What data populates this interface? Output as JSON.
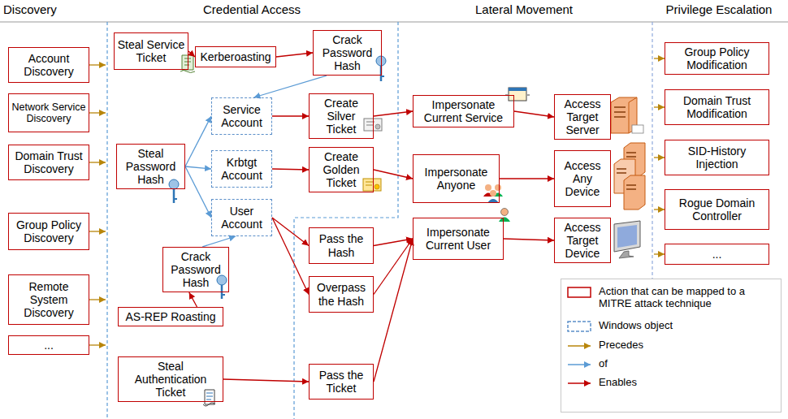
{
  "diagram": {
    "nodes": [
      {
        "text": [
          "Account Discovery"
        ]
      },
      {
        "text": [
          "Network Service Discovery"
        ]
      },
      {
        "text": [
          "Domain Trust Discovery"
        ]
      },
      {
        "text": [
          "Group Policy Discovery"
        ]
      },
      {
        "text": [
          "Remote System Discovery"
        ]
      },
      {
        "text": [
          "..."
        ]
      },
      {
        "text": [
          "Steal Service Ticket"
        ]
      },
      {
        "text": [
          "Kerberoasting"
        ]
      },
      {
        "text": [
          "Crack Password Hash"
        ]
      },
      {
        "text": [
          "Service Account"
        ]
      },
      {
        "text": [
          "Krbtgt Account"
        ]
      },
      {
        "text": [
          "User Account"
        ]
      },
      {
        "text": [
          "Steal Password Hash"
        ]
      },
      {
        "text": [
          "Create Silver Ticket"
        ]
      },
      {
        "text": [
          "Create Golden Ticket"
        ]
      },
      {
        "text": [
          "Pass the Hash"
        ]
      },
      {
        "text": [
          "Overpass the Hash"
        ]
      },
      {
        "text": [
          "Crack Password Hash"
        ]
      },
      {
        "text": [
          "AS-REP Roasting"
        ]
      },
      {
        "text": [
          "Steal Authentication Ticket"
        ]
      },
      {
        "text": [
          "Pass the Ticket"
        ]
      },
      {
        "text": [
          "Impersonate Current Service"
        ]
      },
      {
        "text": [
          "Impersonate Anyone"
        ]
      },
      {
        "text": [
          "Impersonate Current User"
        ]
      },
      {
        "text": [
          "Access Target Server"
        ]
      },
      {
        "text": [
          "Access Any Device"
        ]
      },
      {
        "text": [
          "Access Target Device"
        ]
      },
      {
        "text": [
          "Group Policy Modification"
        ]
      },
      {
        "text": [
          "Domain Trust Modification"
        ]
      },
      {
        "text": [
          "SID-History Injection"
        ]
      },
      {
        "text": [
          "Rogue Domain Controller"
        ]
      },
      {
        "text": [
          "..."
        ]
      }
    ],
    "edges": [
      {
        "from": 6,
        "to": 7,
        "arrow": "to"
      },
      {
        "from": 7,
        "to": 8,
        "arrow": "to"
      },
      {
        "from": 8,
        "to": 9,
        "arrow": "to"
      },
      {
        "from": 12,
        "to": 9,
        "arrow": "to"
      },
      {
        "from": 12,
        "to": 10,
        "arrow": "to"
      },
      {
        "from": 12,
        "to": 11,
        "arrow": "to"
      },
      {
        "from": 17,
        "to": 11,
        "arrow": "to"
      },
      {
        "from": 18,
        "to": 17,
        "arrow": "to"
      },
      {
        "from": 9,
        "to": 13,
        "arrow": "to"
      },
      {
        "from": 10,
        "to": 14,
        "arrow": "to"
      },
      {
        "from": 11,
        "to": 15,
        "arrow": "to"
      },
      {
        "from": 11,
        "to": 16,
        "arrow": "to"
      },
      {
        "from": 19,
        "to": 20,
        "arrow": "to"
      },
      {
        "from": 13,
        "to": 21,
        "arrow": "to"
      },
      {
        "from": 14,
        "to": 22,
        "arrow": "to"
      },
      {
        "from": 15,
        "to": 23,
        "arrow": "to"
      },
      {
        "from": 16,
        "to": 23,
        "arrow": "to"
      },
      {
        "from": 20,
        "to": 23,
        "arrow": "to"
      },
      {
        "from": 21,
        "to": 24,
        "arrow": "to"
      },
      {
        "from": 22,
        "to": 25,
        "arrow": "to"
      },
      {
        "from": 23,
        "to": 26,
        "arrow": "to"
      }
    ],
    "labels": [
      "Discovery",
      "Credential Access",
      "Lateral Movement",
      "Privilege Escalation"
    ],
    "legend": [
      {
        "text": "Action that can be mapped to a MITRE attack technique"
      },
      {
        "text": "Windows object"
      },
      {
        "text": "Precedes"
      },
      {
        "text": "of"
      },
      {
        "text": "Enables"
      }
    ]
  }
}
